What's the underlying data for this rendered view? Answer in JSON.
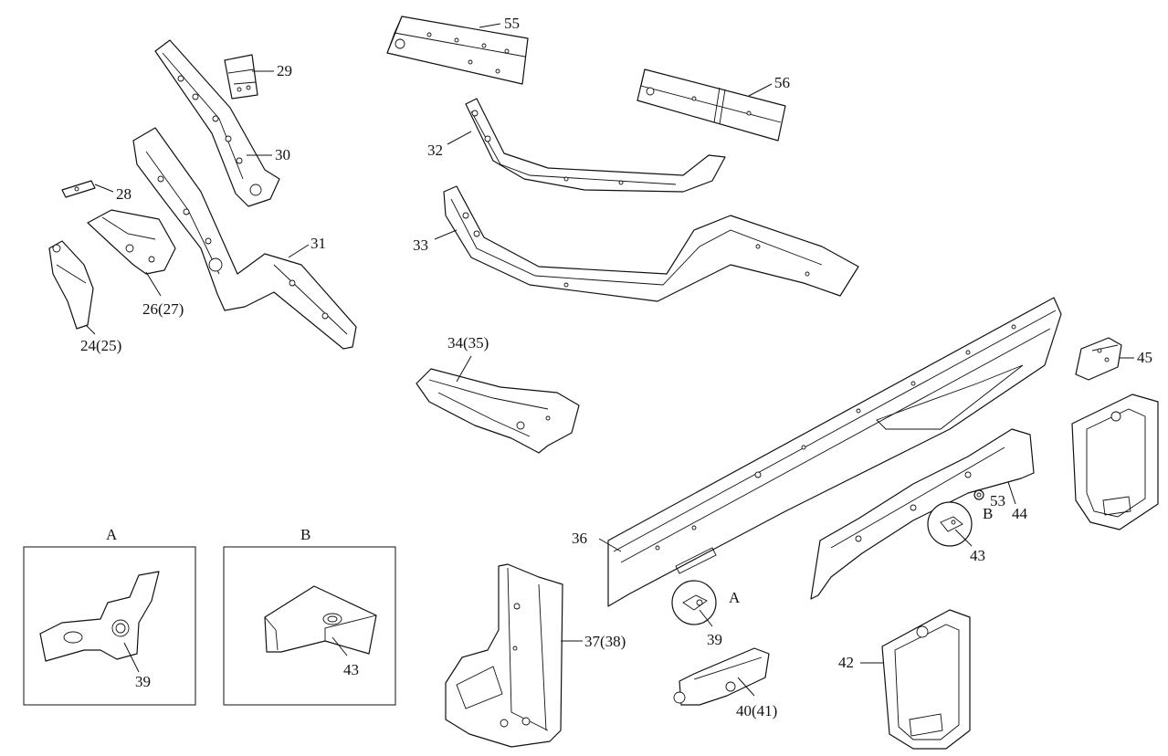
{
  "callouts": {
    "p55": "55",
    "p56": "56",
    "p29": "29",
    "p30": "30",
    "p28": "28",
    "p31": "31",
    "p26": "26(27)",
    "p24": "24(25)",
    "p32": "32",
    "p33": "33",
    "p34": "34(35)",
    "p45": "45",
    "p36": "36",
    "p53": "53",
    "pB": "B",
    "p44": "44",
    "p43": "43",
    "pA": "A",
    "p39": "39",
    "p37": "37(38)",
    "p40": "40(41)",
    "p42": "42"
  },
  "insets": {
    "a": {
      "title": "A",
      "part": "39"
    },
    "b": {
      "title": "B",
      "part": "43"
    }
  }
}
